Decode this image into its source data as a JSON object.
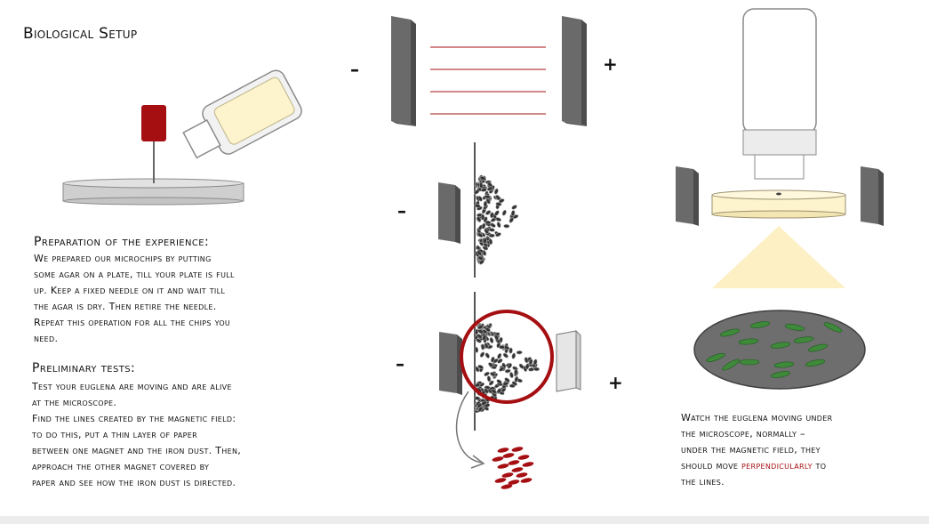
{
  "title": "Biological Setup",
  "colors": {
    "dark_red": "#a50f12",
    "magnet_dark": "#6a6a6a",
    "magnet_side": "#4c4c4c",
    "iron_dust": "#333333",
    "light_yellow": "#fdf3cc",
    "euglena_green": "#3f8a3a",
    "slide_gray": "#6e6e6e"
  },
  "preparation": {
    "heading": "Preparation of the experience:",
    "lines": [
      "We prepared our microchips by putting",
      "some agar on a plate, till your plate is full",
      "up. Keep a fixed needle on it and wait till",
      "the agar is dry. Then retire the needle.",
      "Repeat this operation for all the chips you",
      "need."
    ]
  },
  "tests": {
    "heading": "Preliminary tests:",
    "lines": [
      "Test your euglena are moving and are alive",
      "at the microscope.",
      "Find the lines created by the magnetic field:",
      "to do this, put a thin layer of paper",
      "between one magnet and the iron dust. Then,",
      "approach the other magnet covered by",
      "paper and see how the iron dust is directed."
    ]
  },
  "watch": {
    "line1": "Watch the euglena moving under",
    "line2": "the microscope, normally –",
    "line3": "under the magnetic field, they",
    "line4_before": "should move ",
    "line4_highlight": "perpendicularly",
    "line4_after": " to",
    "line5": "the lines."
  },
  "signs": {
    "minus": "–",
    "plus": "+"
  }
}
